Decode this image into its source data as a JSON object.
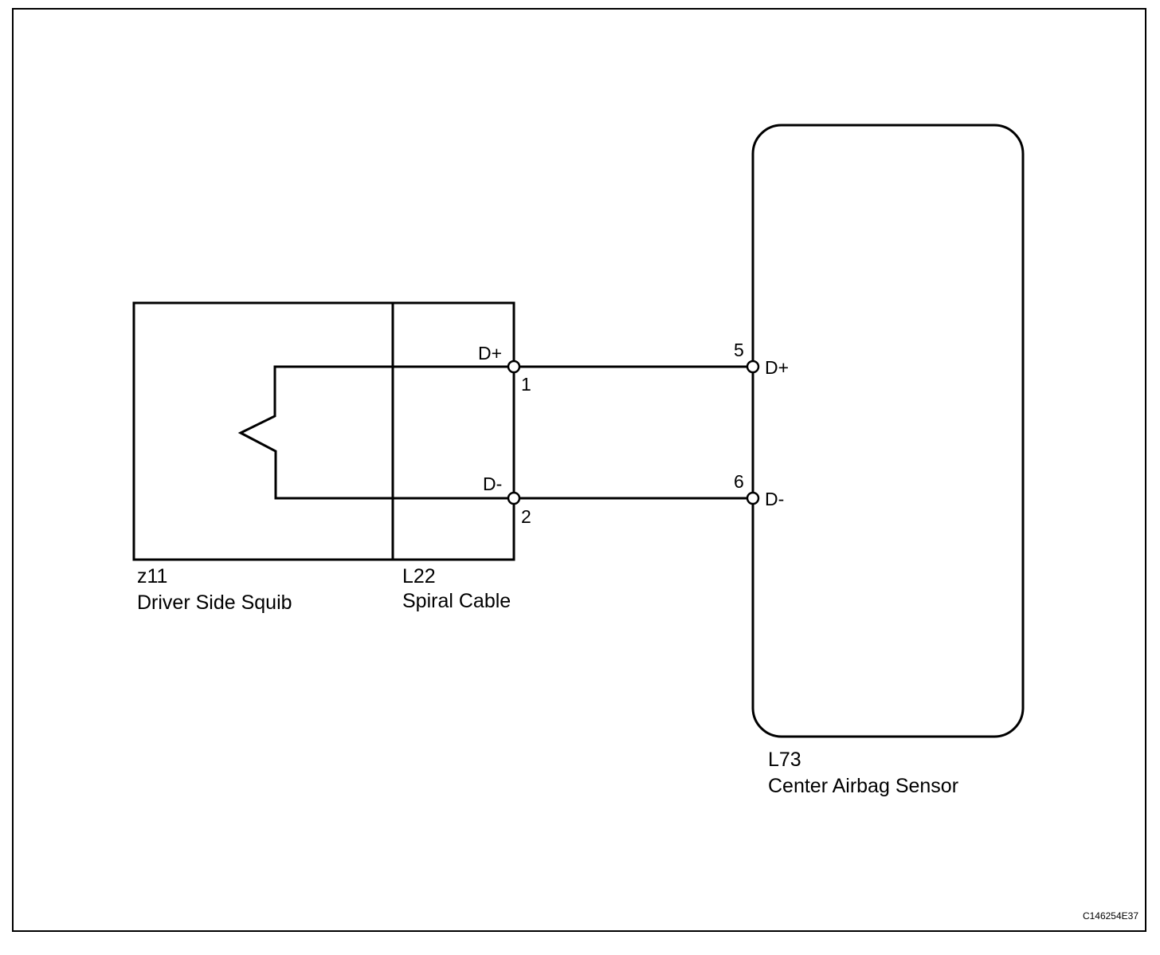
{
  "components": {
    "squib": {
      "code": "z11",
      "name": "Driver Side Squib"
    },
    "spiral_cable": {
      "code": "L22",
      "name": "Spiral Cable"
    },
    "airbag_sensor": {
      "code": "L73",
      "name": "Center Airbag Sensor"
    }
  },
  "terminals": {
    "spiral_cable": [
      {
        "signal": "D+",
        "pin": "1"
      },
      {
        "signal": "D-",
        "pin": "2"
      }
    ],
    "airbag_sensor": [
      {
        "signal": "D+",
        "pin": "5"
      },
      {
        "signal": "D-",
        "pin": "6"
      }
    ]
  },
  "figure_ref": "C146254E37"
}
